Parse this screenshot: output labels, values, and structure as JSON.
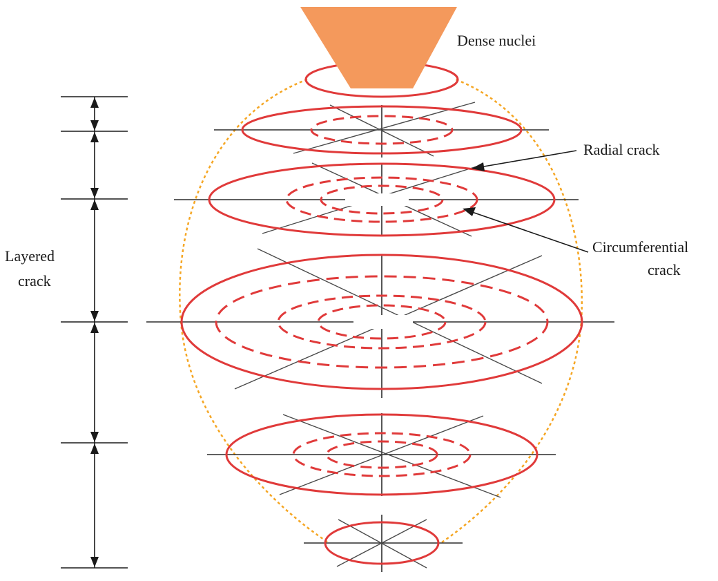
{
  "labels": {
    "nucleus": "Dense nuclei",
    "radial": "Radial crack",
    "circumferential_line1": "Circumferential",
    "circumferential_line2": "crack",
    "layered_line1": "Layered",
    "layered_line2": "crack"
  },
  "colors": {
    "nucleus_fill": "#F4995C",
    "crack_red": "#E03A3A",
    "envelope_orange": "#F5A623",
    "axis_dark": "#2b2b2b",
    "radial_gray": "#4a4a4a"
  }
}
